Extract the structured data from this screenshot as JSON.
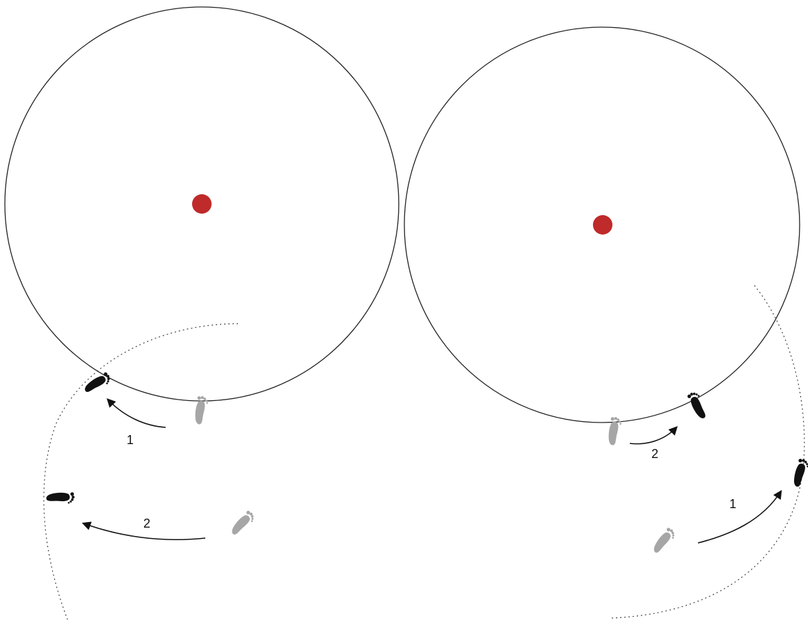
{
  "diagram": {
    "left_panel": {
      "arrow_labels": [
        "1",
        "2"
      ]
    },
    "right_panel": {
      "arrow_labels": [
        "1",
        "2"
      ]
    },
    "colors": {
      "center_dot": "#bf2a2a",
      "circle_stroke": "#222222",
      "footprint_current": "#111111",
      "footprint_previous": "#a6a6a6",
      "arrow": "#111111"
    },
    "icons": [
      "footprint-icon",
      "arrow-icon",
      "center-point-icon"
    ]
  }
}
